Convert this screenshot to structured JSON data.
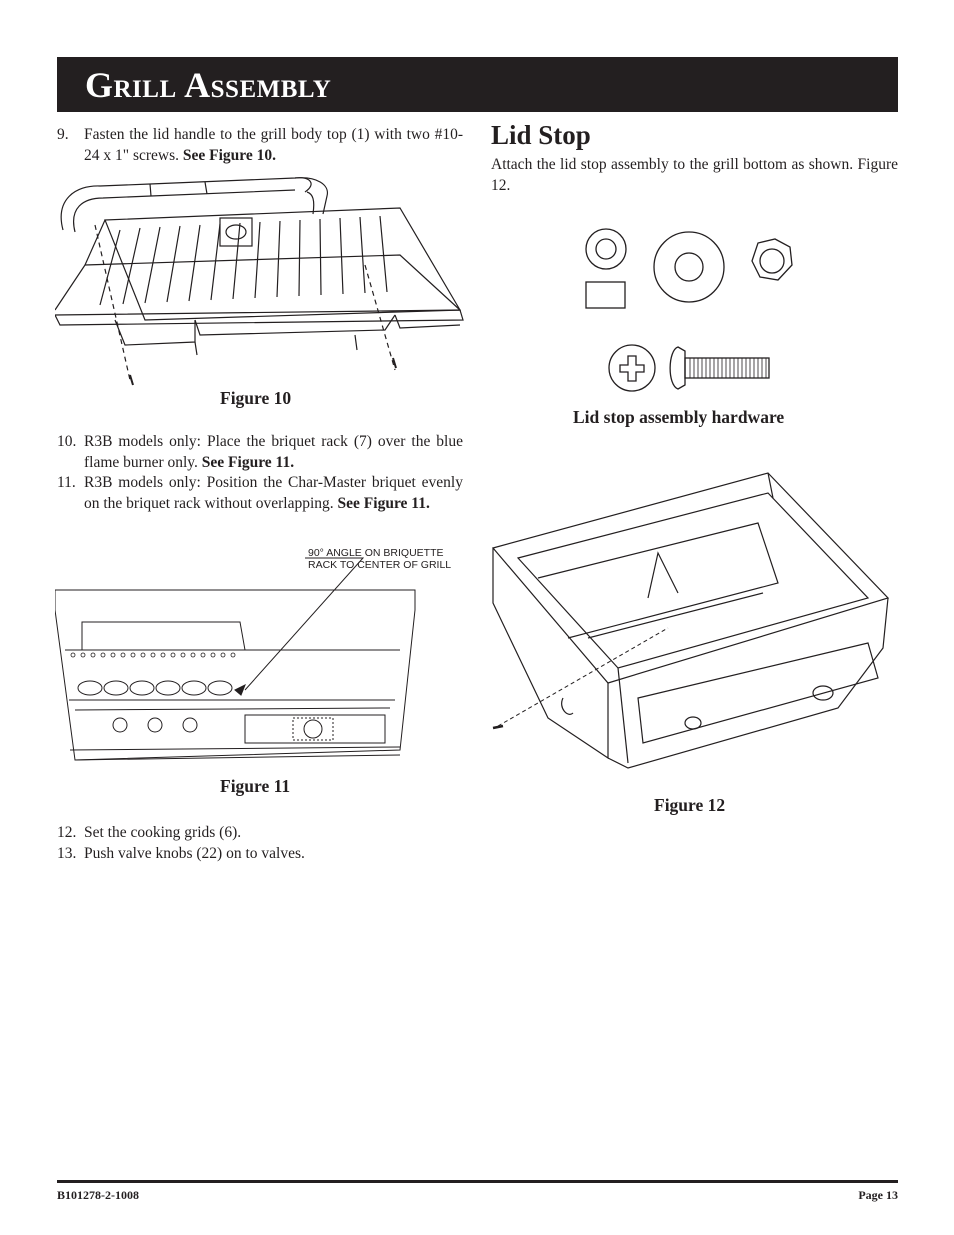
{
  "header": {
    "title": "Grill Assembly"
  },
  "left": {
    "step9": {
      "num": "9.",
      "text": "Fasten the lid handle to the grill body top (1) with two #10-24 x 1\" screws.",
      "ref": "See Figure 10."
    },
    "figure10_caption": "Figure 10",
    "step10": {
      "num": "10.",
      "text": "R3B models only: Place the briquet rack (7) over the blue flame burner only.",
      "ref": "See Figure 11."
    },
    "step11": {
      "num": "11.",
      "text": "R3B models only: Position the Char-Master briquet evenly on the briquet rack without overlapping.",
      "ref": "See Figure 11."
    },
    "figure11_annotation": [
      "90° ANGLE ON BRIQUETTE",
      "RACK TO CENTER OF GRILL"
    ],
    "figure11_caption": "Figure 11",
    "step12": {
      "num": "12.",
      "text": "Set the cooking grids (6)."
    },
    "step13": {
      "num": "13.",
      "text": "Push valve knobs (22) on to valves."
    }
  },
  "right": {
    "heading": "Lid Stop",
    "intro": "Attach the lid stop assembly to the grill bottom as shown. Figure 12.",
    "hardware_caption": "Lid stop assembly hardware",
    "figure12_caption": "Figure 12"
  },
  "footer": {
    "doc_id": "B101278-2-1008",
    "page": "Page 13"
  }
}
